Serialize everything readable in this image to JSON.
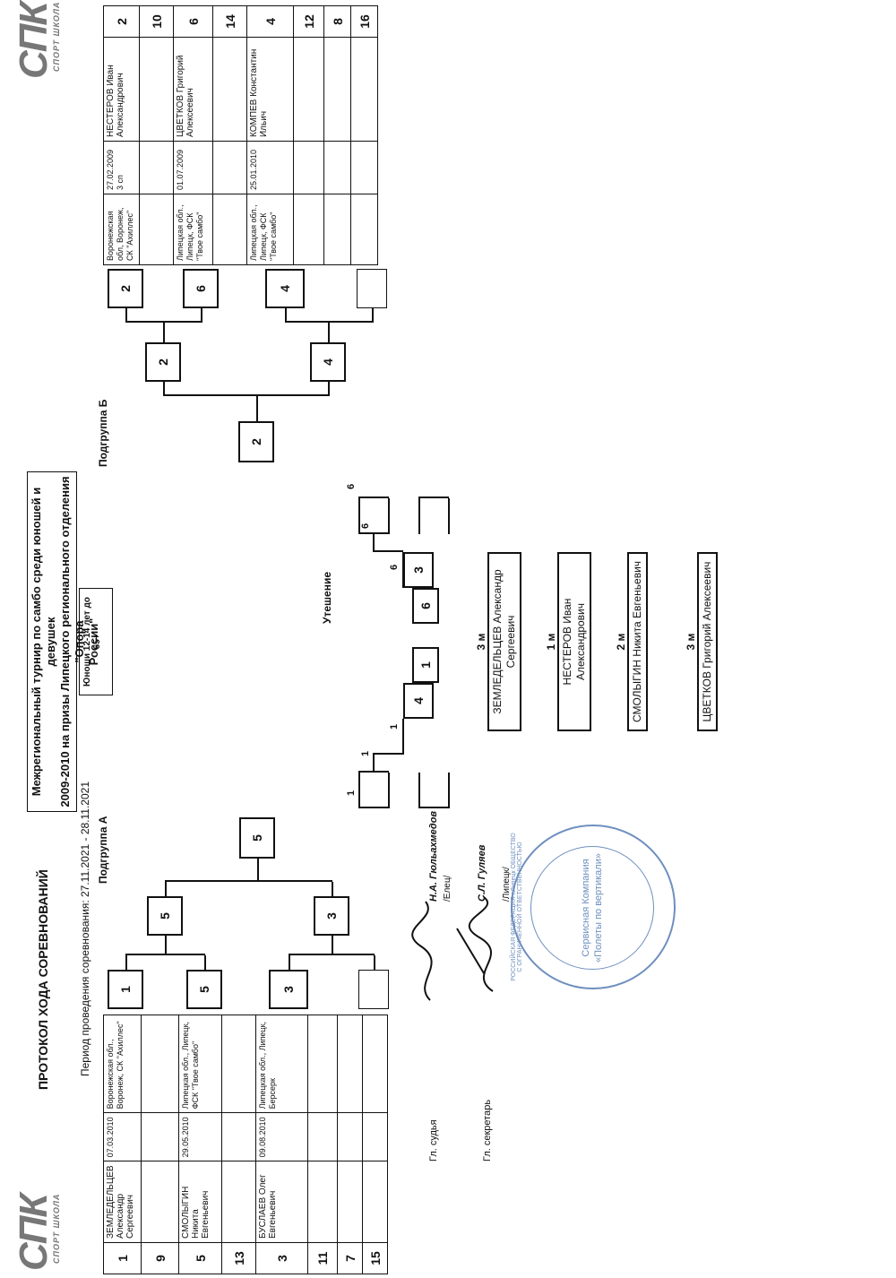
{
  "header": {
    "protocol_title": "ПРОТОКОЛ ХОДА СОРЕВНОВАНИЙ",
    "tournament_line1": "Межрегиональный турнир по самбо среди юношей и девушек",
    "tournament_line2": "2009-2010 на призы Липецкого регионального отделения \"Опора",
    "tournament_line3": "России\"",
    "period": "Период проведения соревнования: 27.11.2021 - 28.11.2021",
    "category_line1": "Юноши 12-14 лет до",
    "category_line2": "65+"
  },
  "logo": {
    "main": "СПК",
    "sub": "СПОРТ ШКОЛА"
  },
  "groups": {
    "a": "Подгруппа А",
    "b": "Подгруппа Б",
    "consolation": "Утешение"
  },
  "group_a": [
    {
      "num": "1",
      "name": "ЗЕМЛЕДЕЛЬЦЕВ Александр Сергеевич",
      "dob": "07.03.2010",
      "club": "Воронежская обл., Воронеж, СК \"Ахиллес\""
    },
    {
      "num": "9",
      "name": "",
      "dob": "",
      "club": ""
    },
    {
      "num": "5",
      "name": "СМОЛЫГИН Никита Евгеньевич",
      "dob": "29.05.2010",
      "club": "Липецкая обл., Липецк, ФСК \"Твое самбо\""
    },
    {
      "num": "13",
      "name": "",
      "dob": "",
      "club": ""
    },
    {
      "num": "3",
      "name": "БУСЛАЕВ Олег Евгеньевич",
      "dob": "09.08.2010",
      "club": "Липецкая обл., Липецк, Берсерк"
    },
    {
      "num": "11",
      "name": "",
      "dob": "",
      "club": ""
    },
    {
      "num": "7",
      "name": "",
      "dob": "",
      "club": ""
    },
    {
      "num": "15",
      "name": "",
      "dob": "",
      "club": ""
    }
  ],
  "group_b": [
    {
      "num": "2",
      "name": "НЕСТЕРОВ Иван Александрович",
      "dob": "27.02.2009 3 сп",
      "club": "Воронежская обл, Воронеж, СК \"Ахиллес\""
    },
    {
      "num": "10",
      "name": "",
      "dob": "",
      "club": ""
    },
    {
      "num": "6",
      "name": "ЦВЕТКОВ Григорий Алексеевич",
      "dob": "01.07.2009",
      "club": "Липецкая обл., Липецк, ФСК \"Твое самбо\""
    },
    {
      "num": "14",
      "name": "",
      "dob": "",
      "club": ""
    },
    {
      "num": "4",
      "name": "КОМПЕВ Константин Ильич",
      "dob": "25.01.2010",
      "club": "Липецкая обл., Липецк, ФСК \"Твое самбо\""
    },
    {
      "num": "12",
      "name": "",
      "dob": "",
      "club": ""
    },
    {
      "num": "8",
      "name": "",
      "dob": "",
      "club": ""
    },
    {
      "num": "16",
      "name": "",
      "dob": "",
      "club": ""
    }
  ],
  "bracket_a": {
    "r1": [
      "1",
      "5",
      "3"
    ],
    "r2": [
      "5",
      "3"
    ],
    "final": "5"
  },
  "bracket_b": {
    "r1": [
      "2",
      "6",
      "4"
    ],
    "r2": [
      "2",
      "4"
    ],
    "final": "2"
  },
  "consolation": {
    "left": {
      "l1": "1",
      "l2": "1",
      "l3": "1",
      "box_top": "1",
      "box_bottom": "4"
    },
    "right": {
      "r1": "6",
      "r2": "6",
      "r3": "6",
      "box_top": "6",
      "box_bottom": "3"
    }
  },
  "results": [
    {
      "place": "1 м",
      "name": "НЕСТЕРОВ Иван Александрович"
    },
    {
      "place": "2 м",
      "name": "СМОЛЫГИН Никита Евгеньевич"
    },
    {
      "place": "3 м",
      "name": "ЗЕМЛЕДЕЛЬЦЕВ Александр Сергеевич"
    },
    {
      "place": "3 м",
      "name": "ЦВЕТКОВ Григорий Алексеевич"
    }
  ],
  "officials": {
    "judge_label": "Гл. судья",
    "judge_name": "Н.А. Гюльахмедов",
    "judge_city": "/Елец/",
    "secretary_label": "Гл. секретарь",
    "secretary_name": "С.Л. Гуляев",
    "secretary_city": "/Липецк/"
  },
  "stamp": {
    "outer": "РОССИЙСКАЯ ФЕДЕРАЦИЯ г.Липецк ОБЩЕСТВО С ОГРАНИЧЕННОЙ ОТВЕТСТВЕННОСТЬЮ",
    "inner": "Сервисная Компания «Полеты по вертикали»"
  },
  "colors": {
    "ink": "#111111",
    "stamp": "#6e8fc0",
    "logo": "#777777"
  }
}
